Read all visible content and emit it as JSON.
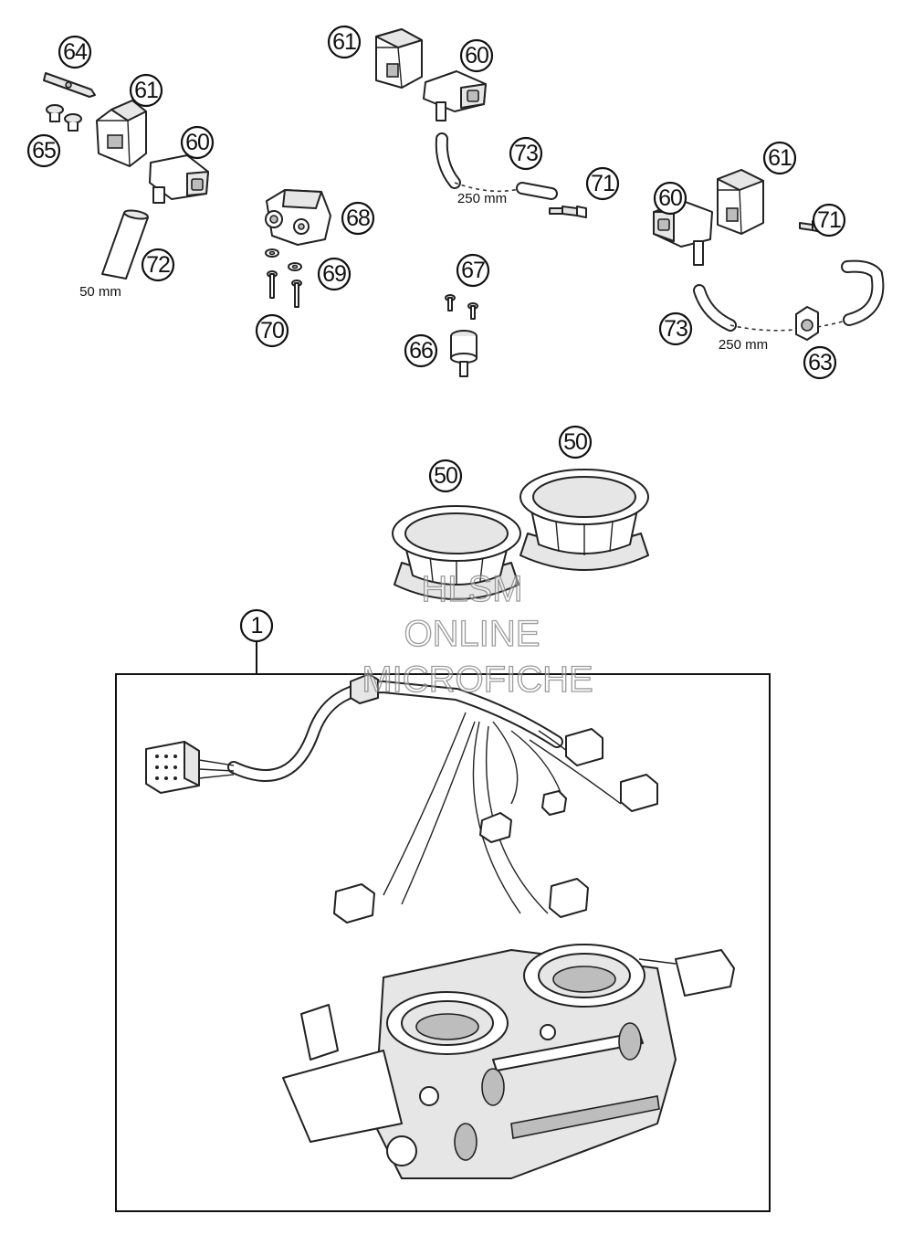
{
  "callouts": {
    "c64": "64",
    "c61a": "61",
    "c60a": "60",
    "c65": "65",
    "c72": "72",
    "c61b": "61",
    "c60b": "60",
    "c73a": "73",
    "c71a": "71",
    "c68": "68",
    "c69": "69",
    "c70": "70",
    "c67": "67",
    "c66": "66",
    "c61c": "61",
    "c60c": "60",
    "c71b": "71",
    "c73b": "73",
    "c63": "63",
    "c50a": "50",
    "c50b": "50",
    "c1": "1"
  },
  "dimensions": {
    "hose_short": "50 mm",
    "hose_long_a": "250 mm",
    "hose_long_b": "250 mm"
  },
  "watermark": {
    "line1": "HLSM",
    "line2": "ONLINE",
    "line3": "MICROFICHE"
  }
}
